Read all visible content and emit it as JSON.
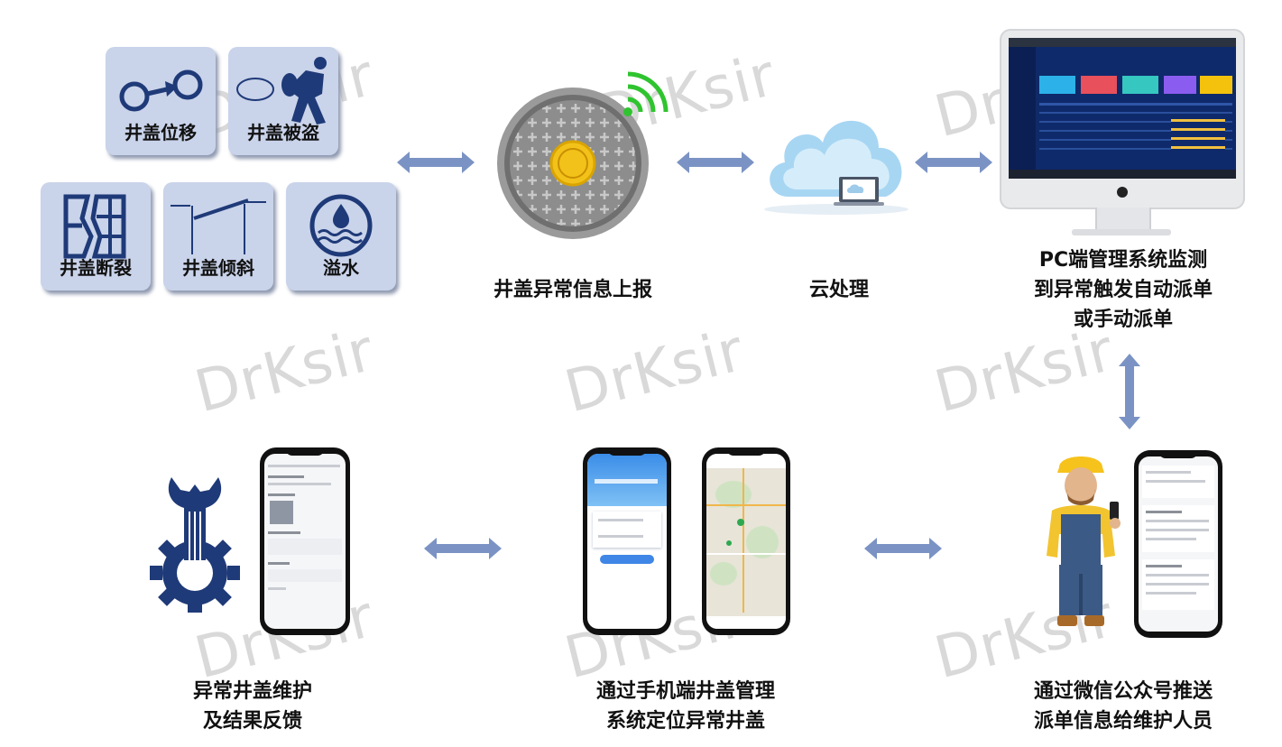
{
  "watermark": "DrKsir",
  "tiles": {
    "displacement": "井盖位移",
    "theft": "井盖被盗",
    "fracture": "井盖断裂",
    "tilt": "井盖倾斜",
    "overflow": "溢水"
  },
  "captions": {
    "report": "井盖异常信息上报",
    "cloud": "云处理",
    "pc_line1": "PC端管理系统监测",
    "pc_line2": "到异常触发自动派单",
    "pc_line3": "或手动派单",
    "wechat_line1": "通过微信公众号推送",
    "wechat_line2": "派单信息给维护人员",
    "mobile_line1": "通过手机端井盖管理",
    "mobile_line2": "系统定位异常井盖",
    "maint_line1": "异常井盖维护",
    "maint_line2": "及结果反馈"
  },
  "colors": {
    "tile_bg": "#c9d3ea",
    "icon_navy": "#1f3a78",
    "arrow": "#7b93c4",
    "signal_green": "#2fc42f",
    "cloud_blue": "#9fd1f1"
  }
}
